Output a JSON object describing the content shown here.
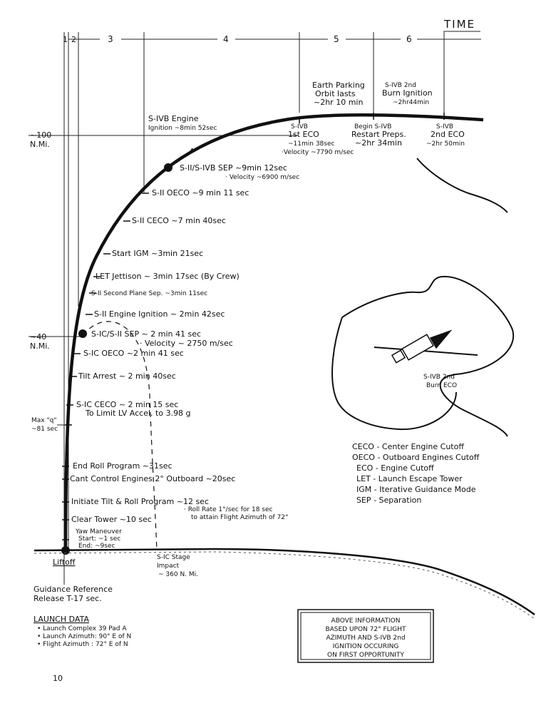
{
  "time_label": "TIME",
  "phases": [
    "1",
    "2",
    "3",
    "4",
    "5",
    "6"
  ],
  "altitude_100": [
    "~100",
    "N.Mi."
  ],
  "altitude_40": [
    "~40",
    "N.Mi."
  ],
  "max_q": [
    "Max \"q\"",
    "~81 sec"
  ],
  "events": {
    "sivb_ignition": [
      "S-IVB  Engine",
      "Ignition ~8min 52sec"
    ],
    "sivb_1st_eco": [
      "S-IVB",
      "1st ECO",
      "~11min 38sec",
      "·Velocity ~7790 m/sec"
    ],
    "parking_orbit": [
      "Earth Parking",
      "Orbit  lasts",
      "~2hr  10 min"
    ],
    "restart_preps": [
      "Begin  S-IVB",
      "Restart  Preps.",
      "~2hr  34min"
    ],
    "sivb_2nd_ignition": [
      "S-IVB   2nd",
      "Burn  Ignition",
      "~2hr44min"
    ],
    "sivb_2nd_eco": [
      "S-IVB",
      "2nd  ECO",
      "~2hr  50min"
    ],
    "sii_sivb_sep": [
      "S-II/S-IVB  SEP ~9min 12sec",
      "· Velocity ~6900 m/sec"
    ],
    "sii_oeco": "S-II  OECO  ~9 min  11 sec",
    "sii_ceco": "S-II  CECO  ~7 min  40sec",
    "start_igm": "Start  IGM   ~3min  21sec",
    "let_jettison": "LET Jettison  ~ 3min 17sec  (By Crew)",
    "second_plane_sep": "S-II  Second  Plane  Sep.  ~3min 11sec",
    "sii_ignition": "S-II  Engine  Ignition  ~ 2min  42sec",
    "sic_sii_sep": [
      "S-IC/S-II  SEP ~ 2 min  41 sec",
      "· Velocity ~ 2750 m/sec"
    ],
    "sic_oeco": "S-IC  OECO   ~2 min  41 sec",
    "tilt_arrest": "Tilt  Arrest  ~ 2 min  40sec",
    "sic_ceco": [
      "S-IC  CECO  ~ 2  min  15 sec",
      "To  Limit  LV   Accel.  to  3.98 g"
    ],
    "end_roll": "End  Roll  Program  ~31sec",
    "cant_control": "Cant  Control  Engines  2°  Outboard  ~20sec",
    "initiate_tilt": [
      "Initiate  Tilt  &  Roll   Program ~12 sec",
      "· Roll  Rate  1°/sec  for  18 sec",
      "to  attain  Flight  Azimuth  of  72°"
    ],
    "clear_tower": "Clear  Tower  ~10 sec",
    "yaw_maneuver": [
      "Yaw  Maneuver",
      "Start: ~1 sec",
      "End: ~9sec"
    ],
    "liftoff": "Liftoff",
    "sic_impact": [
      "S-IC  Stage",
      "Impact",
      "~ 360  N. Mi."
    ],
    "guidance_ref": [
      "Guidance   Reference",
      "Release   T-17 sec."
    ]
  },
  "inset_label": [
    "S-IVB  2nd",
    "Burn  ECO"
  ],
  "legend": [
    "CECO - Center  Engine  Cutoff",
    "OECO - Outboard  Engines  Cutoff",
    "ECO - Engine  Cutoff",
    "LET - Launch  Escape  Tower",
    "IGM - Iterative  Guidance  Mode",
    "SEP - Separation"
  ],
  "launch_data": {
    "title": "LAUNCH DATA",
    "items": [
      "• Launch  Complex  39   Pad  A",
      "• Launch  Azimuth:  90°  E  of  N",
      "• Flight  Azimuth :  72°  E  of  N"
    ]
  },
  "info_box": [
    "ABOVE  INFORMATION",
    "BASED  UPON  72°  FLIGHT",
    "AZIMUTH  AND  S-IVB  2nd",
    "IGNITION  OCCURING",
    "ON  FIRST  OPPORTUNITY"
  ],
  "page_number": "10"
}
